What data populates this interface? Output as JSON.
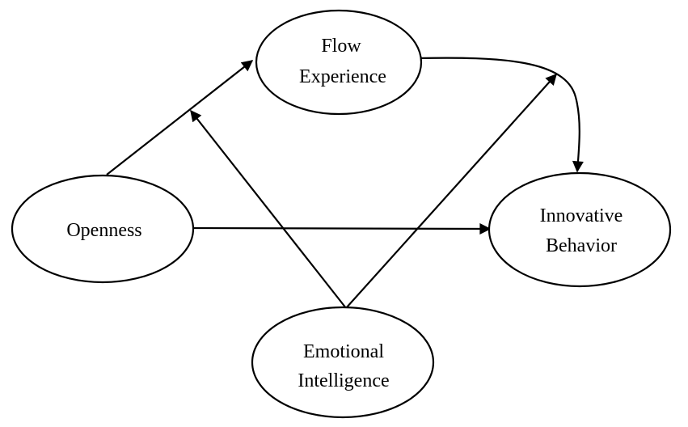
{
  "nodes": {
    "flow": {
      "line1": "Flow",
      "line2": "Experience"
    },
    "openness": {
      "line1": "Openness"
    },
    "innovative": {
      "line1": "Innovative",
      "line2": "Behavior"
    },
    "emotional": {
      "line1": "Emotional",
      "line2": "Intelligence"
    }
  },
  "colors": {
    "stroke": "#000000",
    "fill": "#ffffff"
  }
}
